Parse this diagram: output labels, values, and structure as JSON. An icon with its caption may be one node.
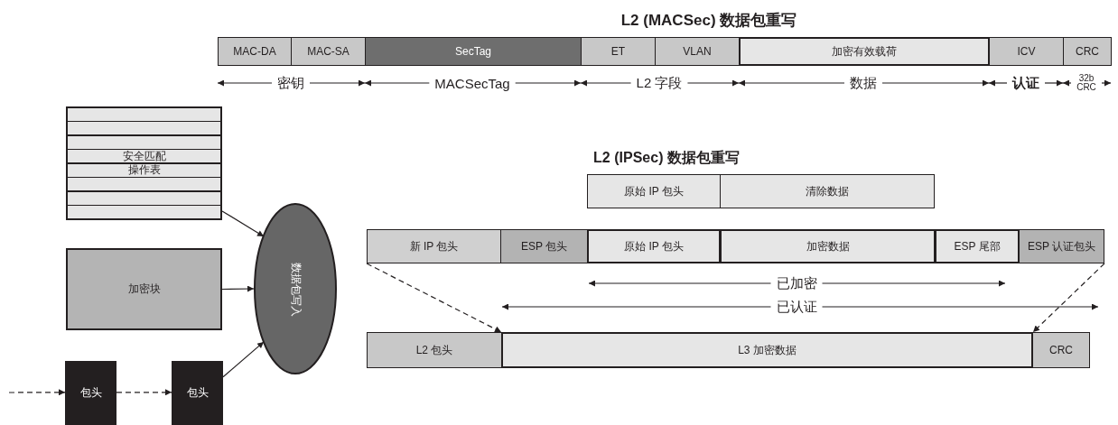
{
  "diagram": {
    "nodes": [
      {
        "text": [
          "MAC-DA"
        ]
      },
      {
        "text": [
          "MAC-SA"
        ]
      },
      {
        "text": [
          "SecTag"
        ]
      },
      {
        "text": [
          "ET"
        ]
      },
      {
        "text": [
          "VLAN"
        ]
      },
      {
        "text": [
          "加密有效载荷"
        ]
      },
      {
        "text": [
          "ICV"
        ]
      },
      {
        "text": [
          "CRC"
        ]
      },
      {
        "text": [
          "安全匹配操作表"
        ]
      },
      {
        "text": [
          "原始 IP 包头"
        ]
      },
      {
        "text": [
          "清除数据"
        ]
      },
      {
        "text": [
          "新 IP 包头"
        ]
      },
      {
        "text": [
          "ESP 包头"
        ]
      },
      {
        "text": [
          "原始 IP 包头"
        ]
      },
      {
        "text": [
          "加密数据"
        ]
      },
      {
        "text": [
          "ESP 尾部"
        ]
      },
      {
        "text": [
          "ESP 认证包头"
        ]
      },
      {
        "text": [
          "加密块"
        ]
      },
      {
        "text": [
          "数据包写入"
        ]
      },
      {
        "text": [
          "L2 包头"
        ]
      },
      {
        "text": [
          "L3 加密数据"
        ]
      },
      {
        "text": [
          "CRC"
        ]
      },
      {
        "text": [
          "包头"
        ]
      },
      {
        "text": [
          "包头"
        ]
      }
    ],
    "edges": [
      {
        "from": 8,
        "to": 18,
        "arrow": "to"
      },
      {
        "from": 17,
        "to": 18,
        "arrow": "to"
      },
      {
        "from": 23,
        "to": 18,
        "arrow": "to"
      },
      {
        "from": null,
        "to": 22,
        "arrow": "to",
        "style": "dashed"
      },
      {
        "from": 22,
        "to": 23,
        "arrow": "to",
        "style": "dashed"
      },
      {
        "from": 11,
        "to": 20,
        "arrow": "to",
        "style": "dashed"
      },
      {
        "from": 16,
        "to": 20,
        "arrow": "to",
        "style": "dashed"
      }
    ],
    "labels": [
      "L2 (MACSec) 数据包重写",
      "密钥",
      "MACSecTag",
      "L2 字段",
      "数据",
      "认证",
      "32b CRC",
      "L2 (IPSec) 数据包重写",
      "已加密",
      "已认证"
    ]
  }
}
